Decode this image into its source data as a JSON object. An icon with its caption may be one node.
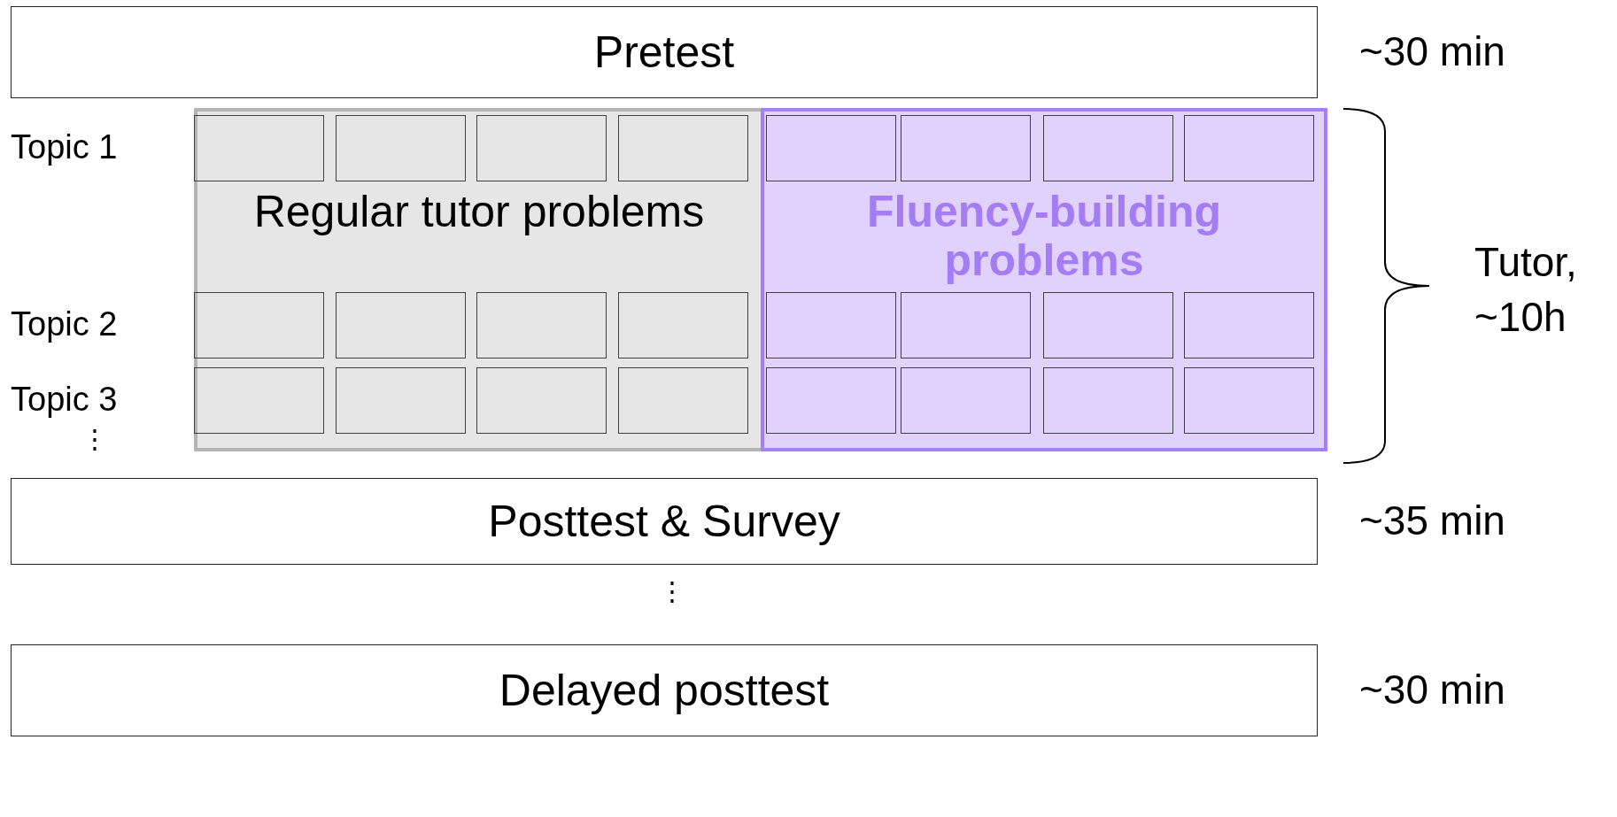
{
  "diagram": {
    "nodes": [
      {
        "text": [
          "Pretest"
        ],
        "beside": [
          "~30 min"
        ]
      },
      {
        "text": [
          "Regular tutor problems"
        ]
      },
      {
        "text": [],
        "shape": "box",
        "in": 1
      },
      {
        "text": [],
        "shape": "box",
        "in": 1
      },
      {
        "text": [],
        "shape": "box",
        "in": 1
      },
      {
        "text": [],
        "shape": "box",
        "in": 1
      },
      {
        "text": [],
        "shape": "box",
        "in": 1
      },
      {
        "text": [],
        "shape": "box",
        "in": 1
      },
      {
        "text": [],
        "shape": "box",
        "in": 1
      },
      {
        "text": [],
        "shape": "box",
        "in": 1
      },
      {
        "text": [],
        "shape": "box",
        "in": 1
      },
      {
        "text": [],
        "shape": "box",
        "in": 1
      },
      {
        "text": [],
        "shape": "box",
        "in": 1
      },
      {
        "text": [],
        "shape": "box",
        "in": 1
      },
      {
        "text": [
          "Fluency-building problems"
        ]
      },
      {
        "text": [],
        "shape": "box",
        "in": 14
      },
      {
        "text": [],
        "shape": "box",
        "in": 14
      },
      {
        "text": [],
        "shape": "box",
        "in": 14
      },
      {
        "text": [],
        "shape": "box",
        "in": 14
      },
      {
        "text": [],
        "shape": "box",
        "in": 14
      },
      {
        "text": [],
        "shape": "box",
        "in": 14
      },
      {
        "text": [],
        "shape": "box",
        "in": 14
      },
      {
        "text": [],
        "shape": "box",
        "in": 14
      },
      {
        "text": [],
        "shape": "box",
        "in": 14
      },
      {
        "text": [],
        "shape": "box",
        "in": 14
      },
      {
        "text": [],
        "shape": "box",
        "in": 14
      },
      {
        "text": [],
        "shape": "box",
        "in": 14
      },
      {
        "text": [
          "Posttest & Survey"
        ],
        "beside": [
          "~35 min"
        ]
      },
      {
        "text": [
          "Delayed posttest"
        ],
        "beside": [
          "~30 min"
        ]
      }
    ],
    "edges": [],
    "labels": [
      "Topic 1",
      "Topic 2",
      "Topic 3",
      "⋮",
      "Tutor, ~10h",
      "⋮"
    ]
  }
}
